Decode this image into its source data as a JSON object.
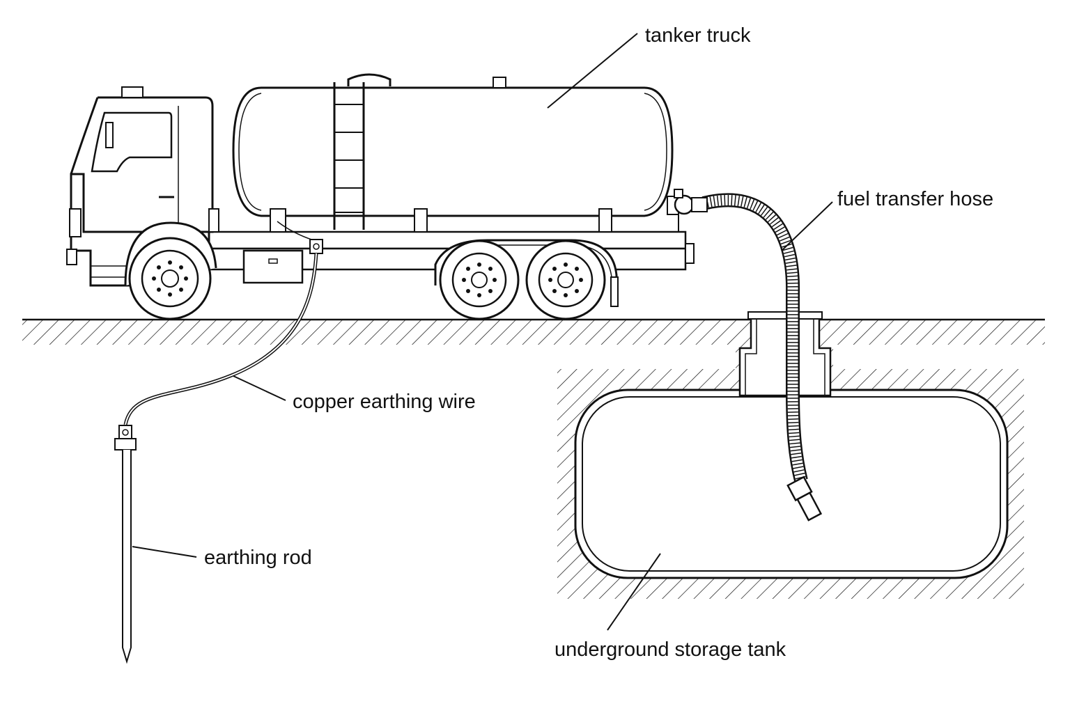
{
  "labels": {
    "tanker_truck": "tanker truck",
    "fuel_transfer_hose": "fuel transfer hose",
    "copper_earthing_wire": "copper earthing wire",
    "earthing_rod": "earthing rod",
    "underground_storage_tank": "underground storage tank"
  },
  "colors": {
    "line": "#111111",
    "background": "#ffffff"
  }
}
